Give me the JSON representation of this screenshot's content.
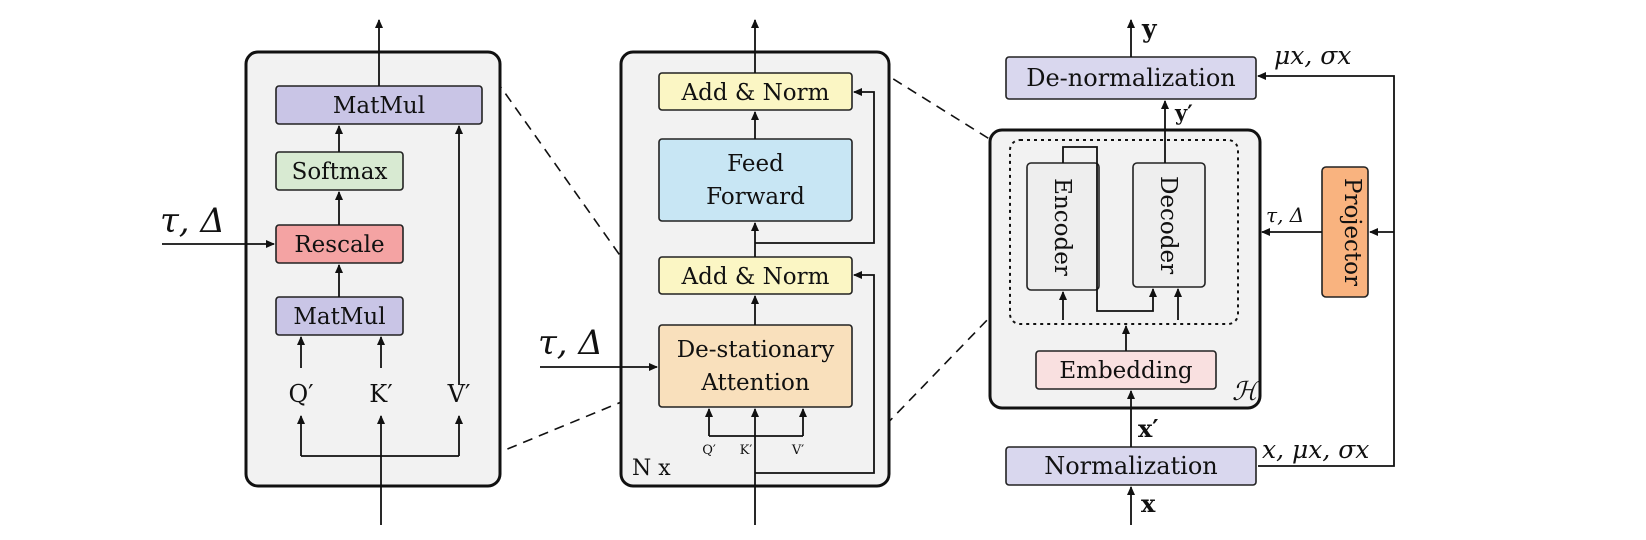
{
  "colors": {
    "matmul": "#c9c5e6",
    "softmax": "#d8ead2",
    "rescale": "#f4a3a3",
    "add_norm": "#fbf6c4",
    "feed_forward": "#c8e6f4",
    "attention": "#f9e0bc",
    "norm": "#d9d7ee",
    "embedding": "#f9e0e0",
    "coder": "#eeeeee",
    "projector": "#f9b37f"
  },
  "attention_panel": {
    "matmul_top": "MatMul",
    "softmax": "Softmax",
    "rescale": "Rescale",
    "matmul_bottom": "MatMul",
    "q": "Q′",
    "k": "K′",
    "v": "V′",
    "input_label": "τ, Δ"
  },
  "encoder_panel": {
    "add_norm_top": "Add & Norm",
    "feed_forward_line1": "Feed",
    "feed_forward_line2": "Forward",
    "add_norm_bottom": "Add & Norm",
    "attention_line1": "De-stationary",
    "attention_line2": "Attention",
    "q": "Q′",
    "k": "K′",
    "v": "V′",
    "repeat": "N x",
    "input_label": "τ, Δ"
  },
  "model_panel": {
    "denorm": "De-normalization",
    "encoder": "Encoder",
    "decoder": "Decoder",
    "embedding": "Embedding",
    "norm": "Normalization",
    "projector": "Projector",
    "h": "ℋ",
    "y": "y",
    "y_prime": "y′",
    "x": "x",
    "x_prime": "x′",
    "mu_sigma": "μx, σx",
    "x_mu_sigma": "x, μx, σx",
    "tau_delta": "τ, Δ"
  }
}
